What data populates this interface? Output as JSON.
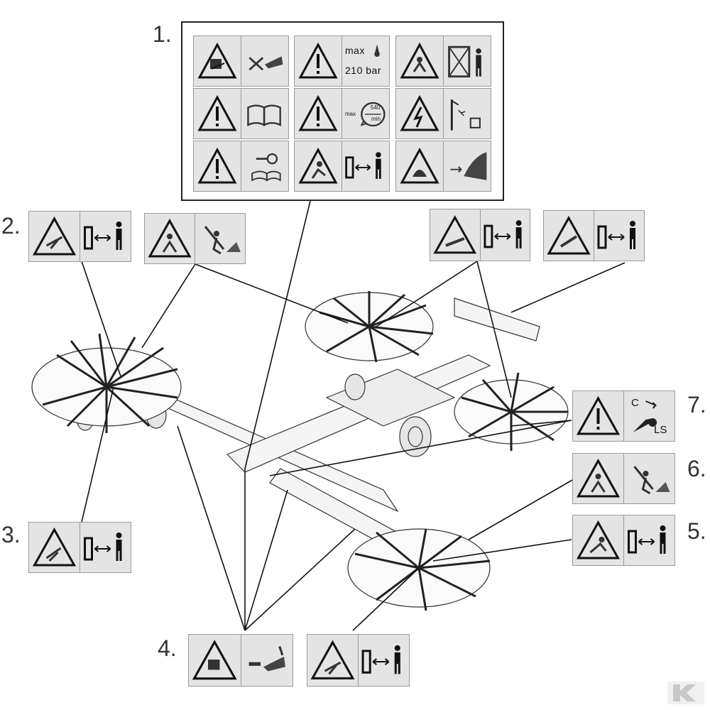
{
  "callouts": {
    "n1": "1.",
    "n2": "2.",
    "n3": "3.",
    "n4": "4.",
    "n5": "5.",
    "n6": "6.",
    "n7": "7."
  },
  "label1": {
    "max_a": "max",
    "pressure": "210 bar",
    "max_b": "max",
    "pto_top": "540",
    "pto_bottom": "min"
  },
  "label7": {
    "c": "C",
    "ls": "LS"
  },
  "icons": {
    "warning": "warning-triangle-icon",
    "distance": "keep-distance-icon",
    "manual": "read-manual-icon",
    "electric": "electric-hazard-icon"
  }
}
